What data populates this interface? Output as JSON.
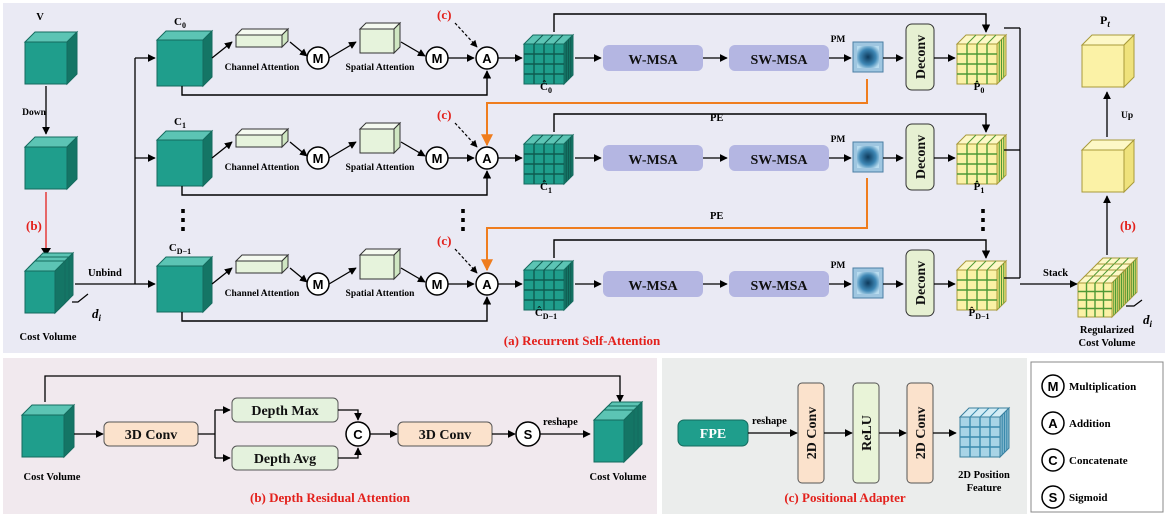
{
  "panel_a": {
    "caption": "(a) Recurrent Self-Attention",
    "input_label": "V",
    "down_label": "Down",
    "b_marker": "(b)",
    "cost_volume_label": "Cost Volume",
    "di_label": "d",
    "di_sub": "i",
    "unbind_label": "Unbind",
    "stack_label": "Stack",
    "up_label": "Up",
    "output_label": "P",
    "output_sub": "t",
    "regularized_line1": "Regularized",
    "regularized_line2": "Cost Volume",
    "channel_attention": "Channel Attention",
    "spatial_attention": "Spatial Attention",
    "mult_symbol": "M",
    "add_symbol": "A",
    "c_marker": "(c)",
    "wmsa": "W-MSA",
    "swmsa": "SW-MSA",
    "pm": "PM",
    "deconv": "Deconv",
    "pe": "PE",
    "ellipsis": "⋮",
    "rows": [
      {
        "c_label": "C",
        "c_sub": "0",
        "chat_sub": "0",
        "phat_sub": "0"
      },
      {
        "c_label": "C",
        "c_sub": "1",
        "chat_sub": "1",
        "phat_sub": "1"
      },
      {
        "c_label": "C",
        "c_sub": "D−1",
        "chat_sub": "D−1",
        "phat_sub": "D−1"
      }
    ],
    "chat_letter": "Ĉ",
    "phat_letter": "P̂"
  },
  "panel_b": {
    "caption": "(b) Depth Residual Attention",
    "in_label": "Cost Volume",
    "out_label": "Cost Volume",
    "conv1": "3D Conv",
    "conv2": "3D Conv",
    "depth_max": "Depth Max",
    "depth_avg": "Depth Avg",
    "concat_symbol": "C",
    "sigmoid_symbol": "S",
    "reshape": "reshape"
  },
  "panel_c": {
    "caption": "(c) Positional Adapter",
    "fpe": "FPE",
    "reshape": "reshape",
    "conv1": "2D Conv",
    "relu": "ReLU",
    "conv2": "2D Conv",
    "out_line1": "2D Position",
    "out_line2": "Feature"
  },
  "legend": [
    {
      "symbol": "M",
      "label": "Multiplication"
    },
    {
      "symbol": "A",
      "label": "Addition"
    },
    {
      "symbol": "C",
      "label": "Concatenate"
    },
    {
      "symbol": "S",
      "label": "Sigmoid"
    }
  ],
  "colors": {
    "panel_a_bg": "#eaeaf4",
    "panel_b_bg": "#f1e9ee",
    "panel_c_bg": "#ebedec",
    "teal": "#1f9e8c",
    "teal_dark": "#157466",
    "msa": "#b4b6e2",
    "deconv": "#e6f0d2",
    "yellow": "#fbf2a6",
    "conv": "#fbe2cc",
    "depth": "#e4f2dd",
    "fpe": "#1f9e8c",
    "relu": "#e9f4d8",
    "red": "#e3211c",
    "orange": "#ef7d1e"
  }
}
